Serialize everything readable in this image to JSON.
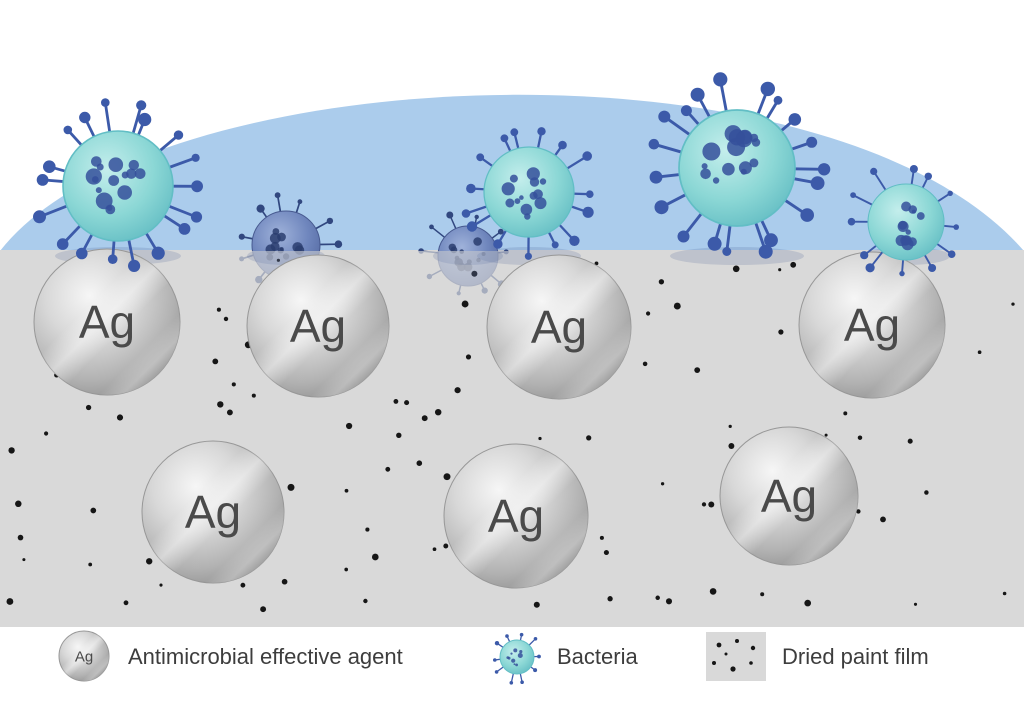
{
  "diagram": {
    "particle_label": "Ag"
  },
  "legend": {
    "agent_label": "Antimicrobial effective agent",
    "bacteria_label": "Bacteria",
    "paint_label": "Dried paint film",
    "agent_icon_label": "Ag"
  },
  "icons": {
    "agent": "ag-sphere-icon",
    "bacteria": "bacteria-icon",
    "paint": "paint-film-swatch-icon"
  },
  "colors": {
    "water_dome": "#abccec",
    "paint_film": "#d9d9d9",
    "dot": "#161616",
    "bacteria_spike": "#3c5aa9",
    "bacteria_spot": "#35509b",
    "submerged_spike": "#31477f",
    "submerged_spot": "#2a3d6e"
  }
}
